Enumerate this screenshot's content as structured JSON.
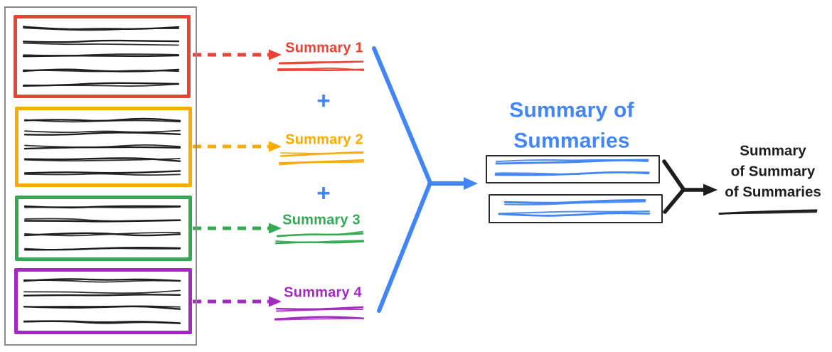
{
  "diagram": {
    "ink_color": "#1D1D1D",
    "container_border_color": "#8C8C8C",
    "accent_blue": "#4285F4",
    "documents": [
      {
        "name": "document-1",
        "color": "#EA4335",
        "line_count": 5
      },
      {
        "name": "document-2",
        "color": "#F9AB00",
        "line_count": 5
      },
      {
        "name": "document-3",
        "color": "#34A853",
        "line_count": 4
      },
      {
        "name": "document-4",
        "color": "#A22BBF",
        "line_count": 4
      }
    ],
    "summaries": [
      {
        "label": "Summary 1",
        "color": "#EA4335",
        "line_count": 2
      },
      {
        "label": "Summary 2",
        "color": "#F9AB00",
        "line_count": 2
      },
      {
        "label": "Summary 3",
        "color": "#34A853",
        "line_count": 2
      },
      {
        "label": "Summary 4",
        "color": "#A22BBF",
        "line_count": 2
      }
    ],
    "plus": "+",
    "merge": {
      "title_lines": [
        "Summary of",
        "Summaries"
      ],
      "color": "#4285F4",
      "boxes": [
        {
          "name": "merged-summary-box-1",
          "line_count": 2
        },
        {
          "name": "merged-summary-box-2",
          "line_count": 2
        }
      ]
    },
    "final": {
      "title_lines": [
        "Summary",
        "of Summary",
        "of Summaries"
      ],
      "color": "#1D1D1D",
      "line_count": 1
    }
  }
}
